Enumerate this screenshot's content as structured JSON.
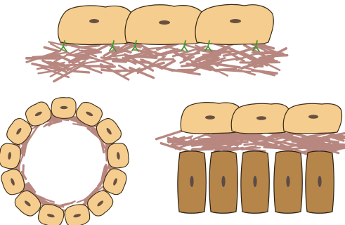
{
  "colors": {
    "background": "#ffffff",
    "epithelial_cell_fill": "#f5cd8f",
    "epithelial_cell_stroke": "#3a2a14",
    "nucleus_fill": "#6a5040",
    "collagen_fiber": "#b88780",
    "anchoring_fibril": "#3f9b2c",
    "basal_cell_fill": "#b5854a",
    "basal_cell_stroke": "#2b2013",
    "basal_nucleus_fill": "#5a4b46"
  },
  "panels": {
    "top": {
      "cell_count": 3,
      "anchor_count": 6,
      "fiber_mesh": "basement-membrane"
    },
    "ring": {
      "cell_count": 13,
      "fiber_mesh": "circular-basement-membrane"
    },
    "bottom_right": {
      "upper_cell_count": 3,
      "lower_cell_count": 5,
      "fiber_mesh": "basement-membrane"
    }
  },
  "icons": {
    "cell": "epithelial-cell-icon",
    "nucleus": "nucleus-icon",
    "fiber": "collagen-fiber-icon",
    "anchor": "anchoring-fibril-icon"
  }
}
